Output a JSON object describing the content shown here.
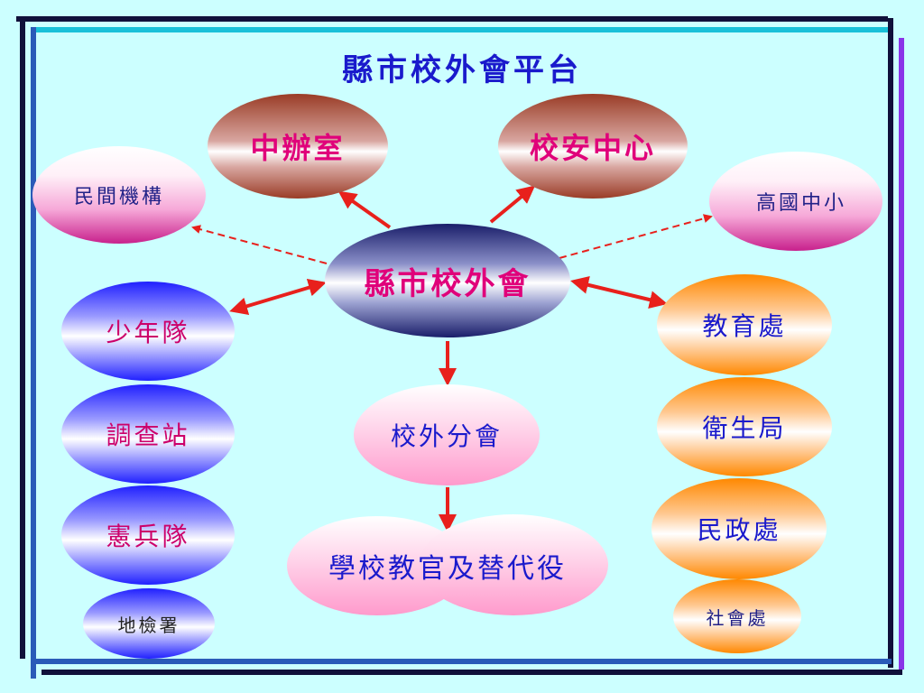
{
  "title": "縣市校外會平台",
  "nodes": {
    "center": "縣市校外會",
    "zhongban": "中辦室",
    "xiaoan": "校安中心",
    "minjian": "民間機構",
    "gaoguo": "高國中小",
    "shaonian": "少年隊",
    "diaocha": "調查站",
    "xianbing": "憲兵隊",
    "dijian": "地檢署",
    "jiaoyu": "教育處",
    "weisheng": "衛生局",
    "minzheng": "民政處",
    "shehui": "社會處",
    "branch": "校外分會",
    "school": "學校教官及替代役"
  },
  "colors": {
    "background": "#ccffff",
    "title": "#1a1acc",
    "arrow_red": "#e8201c",
    "dashed_red": "#e8201c"
  }
}
